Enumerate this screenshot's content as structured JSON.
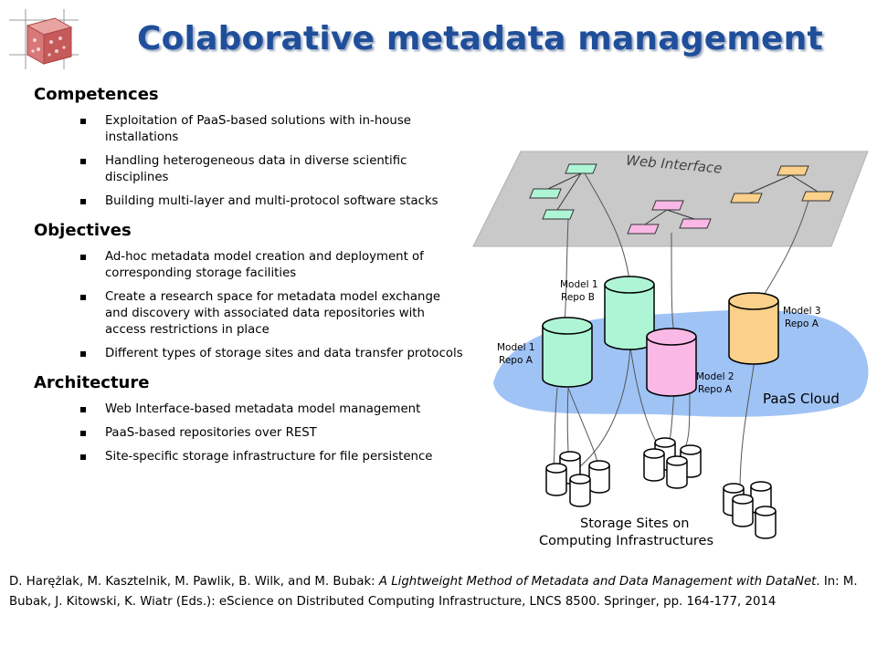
{
  "slide": {
    "title": "Colaborative metadata management",
    "sections": [
      {
        "heading": "Competences",
        "bullets": [
          "Exploitation of PaaS-based solutions with in-house installations",
          "Handling heterogeneous data in diverse scientific disciplines",
          "Building multi-layer and multi-protocol software stacks"
        ]
      },
      {
        "heading": "Objectives",
        "bullets": [
          "Ad-hoc metadata model creation and deployment of corresponding storage facilities",
          "Create a research space for metadata model exchange and discovery with associated data repositories with access restrictions in place",
          "Different types of storage sites and data transfer protocols"
        ]
      },
      {
        "heading": "Architecture",
        "bullets": [
          "Web Interface-based metadata model management",
          "PaaS-based repositories over REST",
          "Site-specific storage infrastructure for file persistence"
        ]
      }
    ],
    "diagram": {
      "web_interface": "Web Interface",
      "cloud": "PaaS Cloud",
      "storage_line1": "Storage Sites on",
      "storage_line2": "Computing Infrastructures",
      "repo_m1a_1": "Model 1",
      "repo_m1a_2": "Repo A",
      "repo_m1b_1": "Model 1",
      "repo_m1b_2": "Repo B",
      "repo_m2a_1": "Model 2",
      "repo_m2a_2": "Repo A",
      "repo_m3a_1": "Model 3",
      "repo_m3a_2": "Repo A",
      "colors": {
        "green": "#aef5d6",
        "pink": "#f9b8e6",
        "orange": "#fbd08a",
        "cloud": "#9fc3f5",
        "web_panel": "#c9c9c9"
      }
    },
    "citation": {
      "authors": "D. Harężlak, M. Kasztelnik, M. Pawlik, B. Wilk, and M. Bubak: ",
      "paper_title": "A Lightweight Method of Metadata and Data Management with DataNet",
      "rest": ". In: M. Bubak, J. Kitowski, K. Wiatr (Eds.): eScience on  Distributed Computing Infrastructure, LNCS 8500. Springer, pp. 164-177, 2014"
    }
  }
}
